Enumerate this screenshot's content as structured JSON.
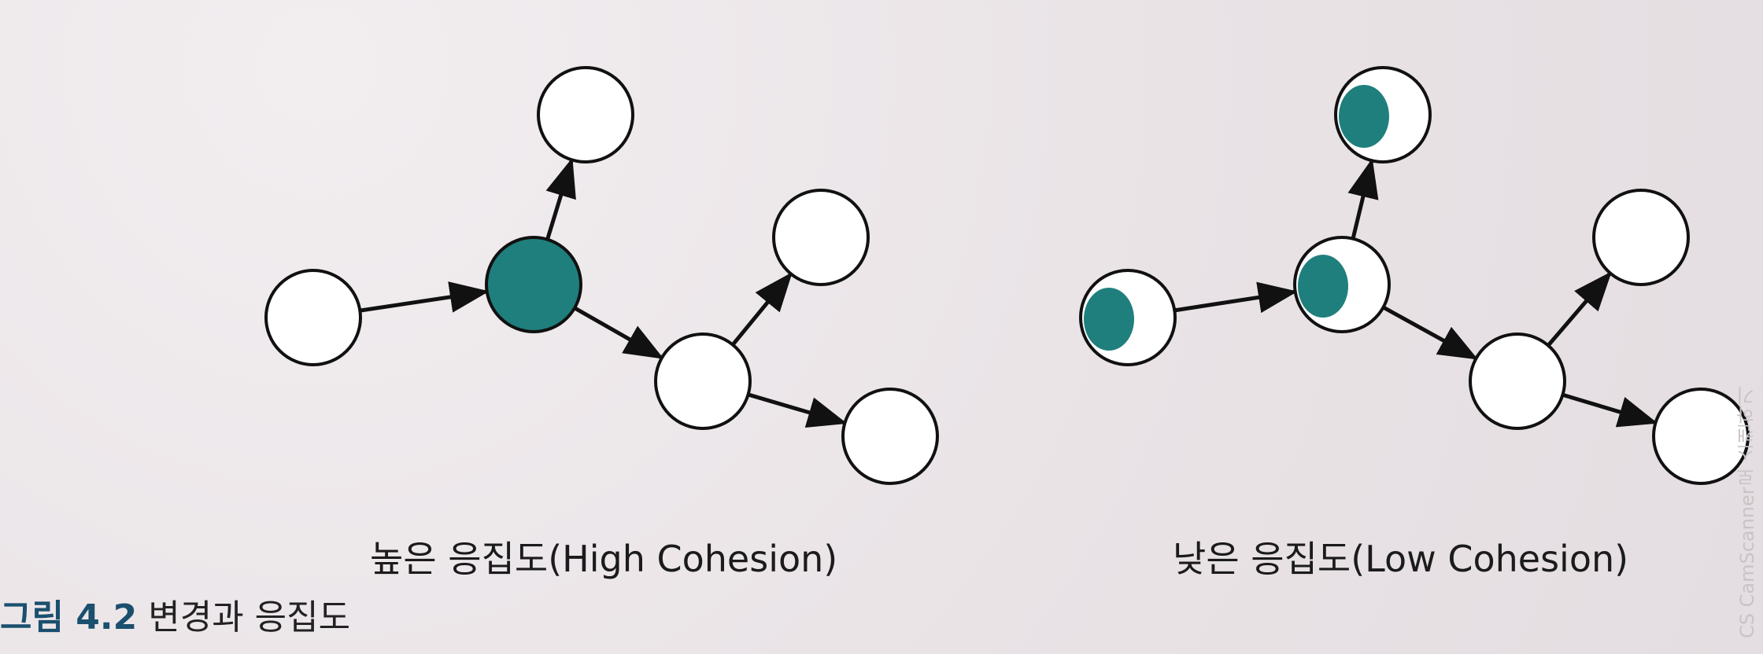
{
  "colors": {
    "background": "#ece6e8",
    "node_fill": "#ffffff",
    "node_stroke": "#111111",
    "cohesion_fill": "#1f7f7d",
    "arrow": "#111111",
    "figure_label": "#1a4f6e"
  },
  "high_cohesion": {
    "caption": "높은 응집도(High Cohesion)",
    "nodes": [
      {
        "id": "a",
        "state": "empty"
      },
      {
        "id": "b",
        "state": "filled"
      },
      {
        "id": "c",
        "state": "empty"
      },
      {
        "id": "d",
        "state": "empty"
      },
      {
        "id": "e",
        "state": "empty"
      },
      {
        "id": "f",
        "state": "empty"
      }
    ],
    "edges": [
      {
        "from": "a",
        "to": "b"
      },
      {
        "from": "b",
        "to": "c"
      },
      {
        "from": "b",
        "to": "d"
      },
      {
        "from": "d",
        "to": "e"
      },
      {
        "from": "d",
        "to": "f"
      }
    ]
  },
  "low_cohesion": {
    "caption": "낮은 응집도(Low Cohesion)",
    "nodes": [
      {
        "id": "a",
        "state": "partial"
      },
      {
        "id": "b",
        "state": "partial"
      },
      {
        "id": "c",
        "state": "partial"
      },
      {
        "id": "d",
        "state": "empty"
      },
      {
        "id": "e",
        "state": "empty"
      },
      {
        "id": "f",
        "state": "empty"
      }
    ],
    "edges": [
      {
        "from": "a",
        "to": "b"
      },
      {
        "from": "b",
        "to": "c"
      },
      {
        "from": "b",
        "to": "d"
      },
      {
        "from": "d",
        "to": "e"
      },
      {
        "from": "d",
        "to": "f"
      }
    ]
  },
  "figure": {
    "label": "그림 4.2",
    "title": "변경과 응집도"
  },
  "watermark": "CS CamScanner로 스캔하기"
}
